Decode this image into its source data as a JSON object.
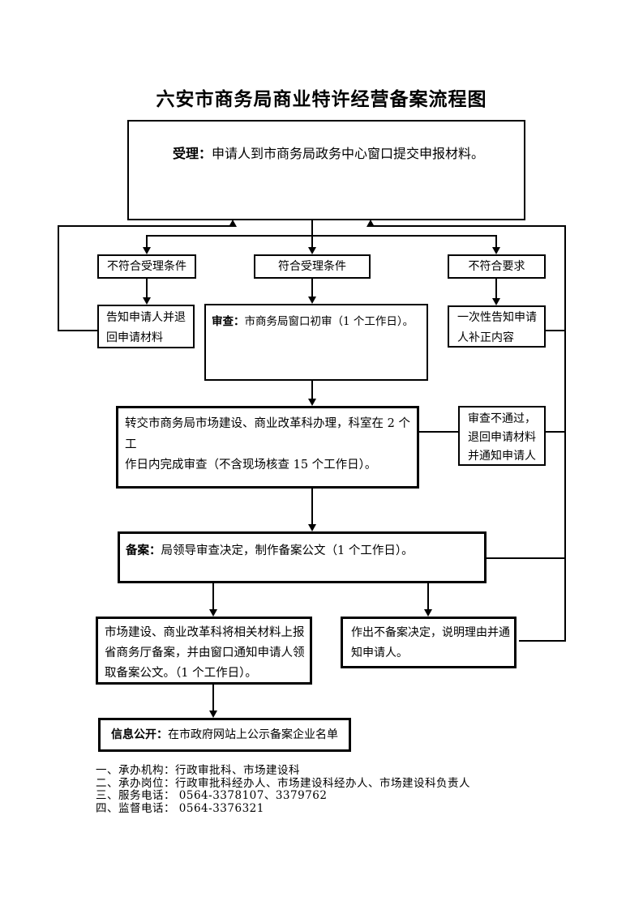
{
  "title": "六安市商务局商业特许经营备案流程图",
  "nodes": {
    "accept": {
      "bold": "受理：",
      "text": "申请人到市商务局政务中心窗口提交申报材料。"
    },
    "cond_left": {
      "label": "不符合受理条件"
    },
    "cond_mid": {
      "label": "符合受理条件"
    },
    "cond_right": {
      "label": "不符合要求"
    },
    "notify_return": {
      "lines": [
        "告知申请人并退",
        "回申请材料"
      ]
    },
    "review": {
      "bold": "审查：",
      "text": "市商务局窗口初审（1 个工作日）。"
    },
    "onetime_notify": {
      "lines": [
        "一次性告知申请",
        "人补正内容"
      ]
    },
    "transfer": {
      "lines": [
        "转交市商务局市场建设、商业改革科办理，科室在 2 个工",
        "作日内完成审查（不含现场核查 15 个工作日）。"
      ]
    },
    "review_fail": {
      "lines": [
        "审查不通过，",
        "退回申请材料",
        "并通知申请人"
      ]
    },
    "filing": {
      "bold": "备案：",
      "text": "局领导审查决定，制作备案公文（1 个工作日）。"
    },
    "report_province": {
      "lines": [
        "市场建设、商业改革科将相关材料上报",
        "省商务厅备案，并由窗口通知申请人领",
        "取备案公文。（1 个工作日）。"
      ]
    },
    "no_filing": {
      "lines": [
        "作出不备案决定，说明理由并通",
        "知申请人。"
      ]
    },
    "publicity": {
      "bold": "信息公开：",
      "text": "在市政府网站上公示备案企业名单"
    }
  },
  "footer": {
    "lines": [
      "一、承办机构：行政审批科、市场建设科",
      "二、承办岗位：行政审批科经办人、市场建设科经办人、市场建设科负责人",
      "三、服务电话：  0564-3378107、3379762",
      "四、监督电话：  0564-3376321"
    ]
  },
  "colors": {
    "line": "#000000",
    "background": "#ffffff",
    "text": "#000000"
  }
}
